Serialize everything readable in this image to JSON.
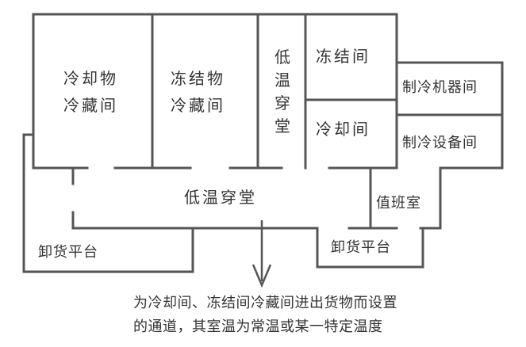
{
  "rooms": {
    "cold_cooling_storage": [
      "冷却物",
      "冷藏间"
    ],
    "cold_frozen_storage": [
      "冻结物",
      "冷藏间"
    ],
    "vestibule_vertical": "低温穿堂",
    "freezing_room": "冻结间",
    "cooling_room": "冷却间",
    "refrigeration_machine_room": "制冷机器间",
    "refrigeration_equipment_room": "制冷设备间",
    "vestibule_main": "低温穿堂",
    "duty_room": "值班室",
    "loading_platform_left": "卸货平台",
    "loading_platform_right": "卸货平台"
  },
  "annotation": {
    "line1": "为冷却间、冻结间冷藏间进出货物而设置",
    "line2": "的通道，其室温为常温或某一特定温度"
  }
}
